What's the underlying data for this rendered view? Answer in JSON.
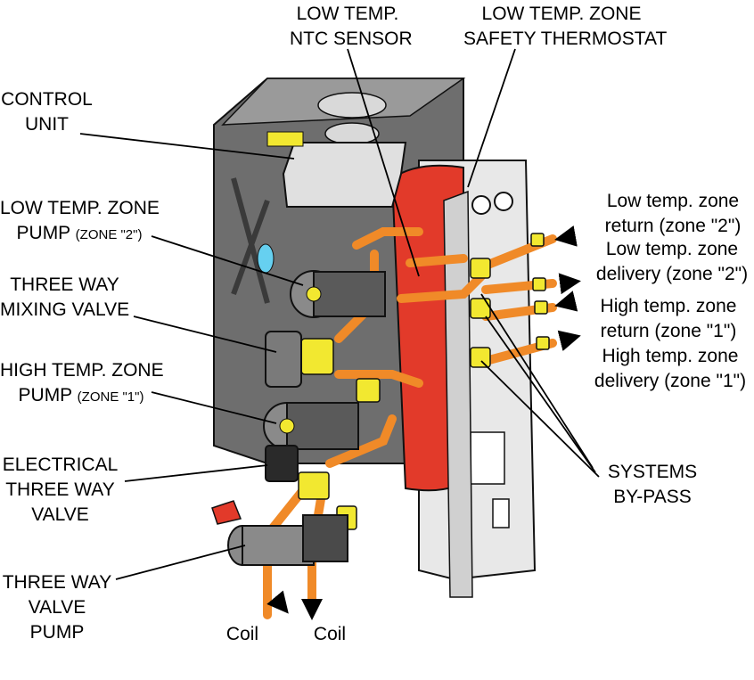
{
  "diagram": {
    "labels": {
      "ntc_sensor": [
        "LOW TEMP.",
        "NTC SENSOR"
      ],
      "safety_thermostat": [
        "LOW TEMP.  ZONE",
        "SAFETY THERMOSTAT"
      ],
      "control_unit": [
        "CONTROL",
        "UNIT"
      ],
      "zone2_pump": [
        "LOW TEMP. ZONE",
        "PUMP",
        "(ZONE \"2\")"
      ],
      "mixing_valve": [
        "THREE WAY",
        "MIXING VALVE"
      ],
      "zone1_pump": [
        "HIGH TEMP. ZONE",
        "PUMP",
        "(ZONE \"1\")"
      ],
      "electrical_valve": [
        "ELECTRICAL",
        "THREE WAY",
        "VALVE"
      ],
      "valve_pump": [
        "THREE WAY",
        "VALVE",
        "PUMP"
      ],
      "coil_left": "Coil",
      "coil_right": "Coil",
      "zone2_return": [
        "Low temp. zone",
        "return (zone \"2\")"
      ],
      "zone2_delivery": [
        "Low temp. zone",
        "delivery (zone \"2\")"
      ],
      "zone1_return": [
        "High temp. zone",
        "return (zone \"1\")"
      ],
      "zone1_delivery": [
        "High temp. zone",
        "delivery (zone \"1\")"
      ],
      "bypass": [
        "SYSTEMS",
        "BY-PASS"
      ]
    },
    "colors": {
      "cabinet": "#6e6e6e",
      "cabinet_dark": "#4a4a4a",
      "pipe": "#f08a28",
      "vessel": "#e23a2a",
      "brass": "#f2e830",
      "panel": "#e8e8e8",
      "outline": "#111111"
    }
  }
}
